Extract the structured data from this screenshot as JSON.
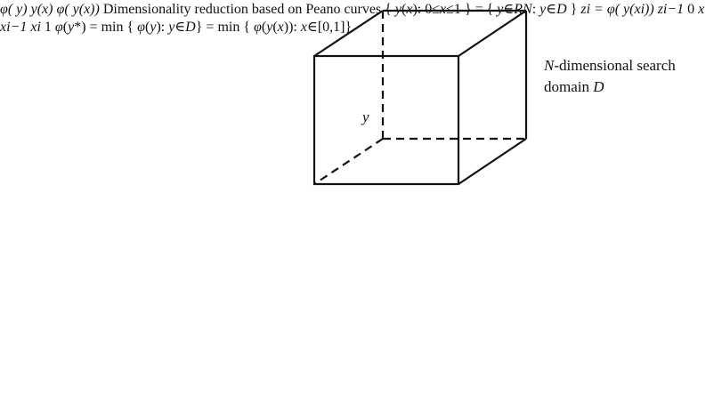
{
  "bubble_top": "φ( y)",
  "bubble_mid": "y(x)",
  "phi_yx_label": "φ( y(x))",
  "cube_point_label": "y",
  "search_domain": {
    "line1": "N-dimensional search",
    "line2": "domain D"
  },
  "reduction": {
    "title": "Dimensionality reduction based on Peano curves",
    "formula": "{ y(x): 0≤x≤1 } = { y∈R^N: y∈D }"
  },
  "point_labels": {
    "z_i": "z_i = φ( y(x_i))",
    "z_i_minus_1": "z_{i−1}"
  },
  "axis_labels": {
    "origin": "0",
    "x": "x",
    "x_i_minus_1": "x_{i−1}",
    "x_i": "x_i",
    "one": "1"
  },
  "bottom_formula": "φ(y*) = min { φ(y): y∈D} = min { φ(y(x)): x∈[0,1]}"
}
